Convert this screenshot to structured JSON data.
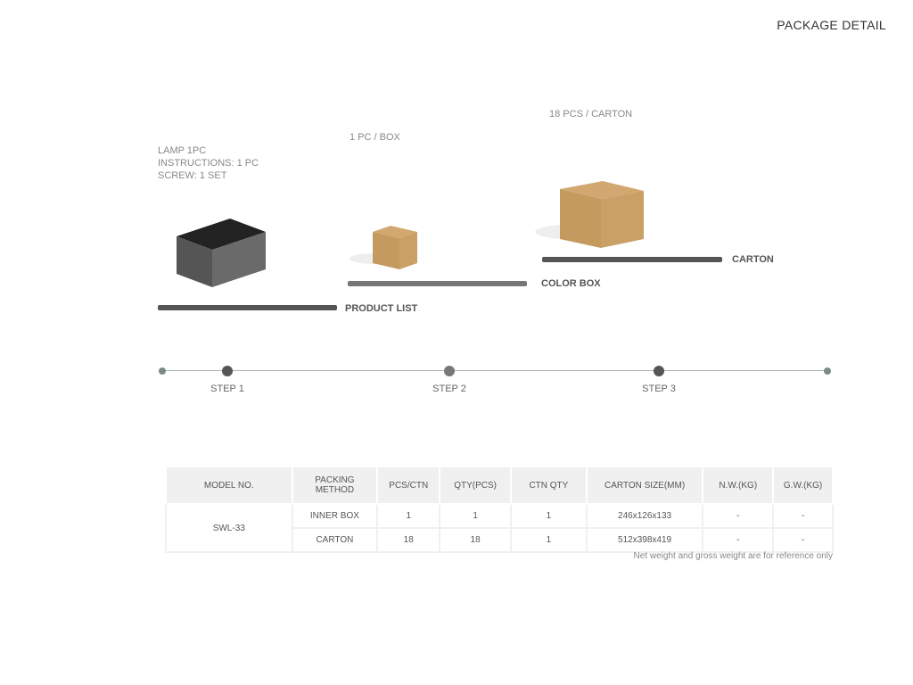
{
  "title": "PACKAGE DETAIL",
  "steps": {
    "product": {
      "notes": [
        "LAMP 1PC",
        "INSTRUCTIONS: 1 PC",
        "SCREW: 1 SET"
      ],
      "label": "PRODUCT LIST"
    },
    "colorbox": {
      "note": "1 PC / BOX",
      "label": "COLOR BOX"
    },
    "carton": {
      "note": "18 PCS / CARTON",
      "label": "CARTON"
    }
  },
  "timeline": [
    "STEP 1",
    "STEP 2",
    "STEP 3"
  ],
  "table": {
    "headers": [
      "MODEL NO.",
      "PACKING METHOD",
      "PCS/CTN",
      "QTY(PCS)",
      "CTN QTY",
      "CARTON SIZE(MM)",
      "N.W.(KG)",
      "G.W.(KG)"
    ],
    "model": "SWL-33",
    "rows": [
      [
        "INNER BOX",
        "1",
        "1",
        "1",
        "246x126x133",
        "-",
        "-"
      ],
      [
        "CARTON",
        "18",
        "18",
        "1",
        "512x398x419",
        "-",
        "-"
      ]
    ],
    "footnote": "Net weight and gross weight are for reference only"
  }
}
